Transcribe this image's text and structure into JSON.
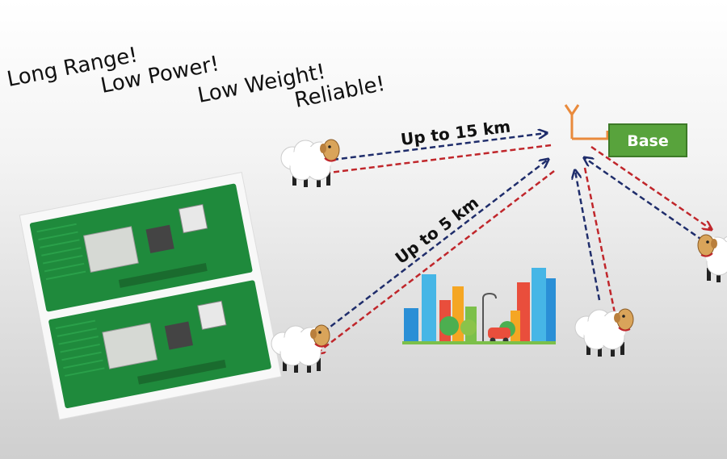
{
  "slogans": [
    "Long Range!",
    "Low Power!",
    "Low Weight!",
    "Reliable!"
  ],
  "base": {
    "label": "Base"
  },
  "links": {
    "far": {
      "label": "Up to 15 km"
    },
    "city": {
      "label": "Up to 5 km"
    }
  },
  "colors": {
    "uplink": "#1f2d6b",
    "downlink": "#c0262b",
    "base_fill": "#58a33c",
    "antenna": "#e98a3c",
    "board": "#1f8a3c"
  }
}
